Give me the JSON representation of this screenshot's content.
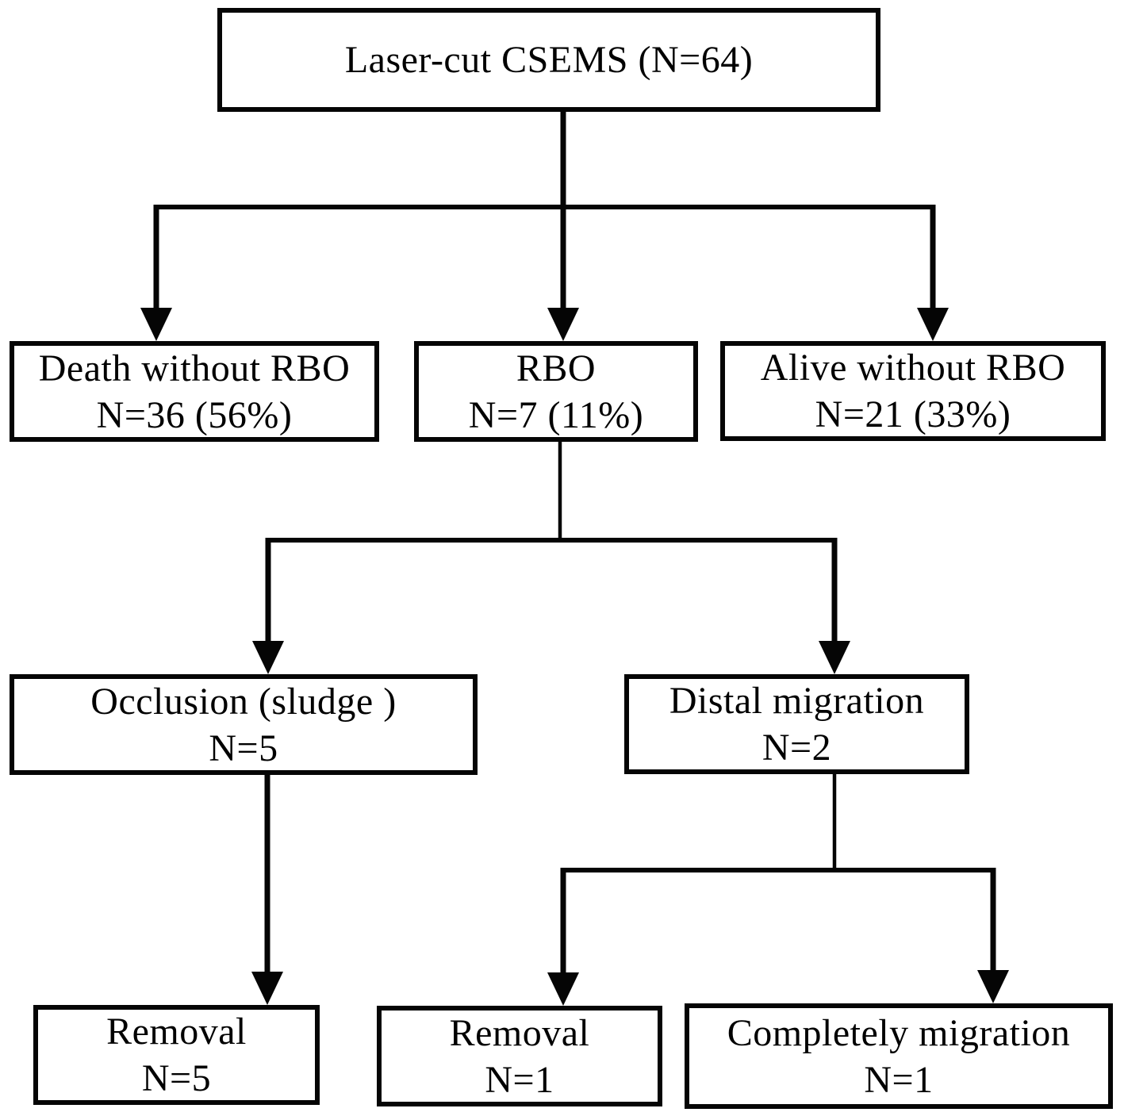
{
  "diagram": {
    "title": "Laser-cut CSEMS outcome flowchart",
    "ink_color": "#050505",
    "background_color": "#ffffff",
    "nodes": {
      "root": {
        "line1": "Laser-cut CSEMS (N=64)"
      },
      "death": {
        "line1": "Death without RBO",
        "line2": "N=36 (56%)"
      },
      "rbo": {
        "line1": "RBO",
        "line2": "N=7 (11%)"
      },
      "alive": {
        "line1": "Alive without RBO",
        "line2": "N=21 (33%)"
      },
      "occlusion": {
        "line1": "Occlusion (sludge )",
        "line2": "N=5"
      },
      "distal": {
        "line1": "Distal migration",
        "line2": "N=2"
      },
      "removal5": {
        "line1": "Removal",
        "line2": "N=5"
      },
      "removal1": {
        "line1": "Removal",
        "line2": "N=1"
      },
      "complete": {
        "line1": "Completely migration",
        "line2": "N=1"
      }
    },
    "edges": [
      {
        "from": "root",
        "to": "death"
      },
      {
        "from": "root",
        "to": "rbo"
      },
      {
        "from": "root",
        "to": "alive"
      },
      {
        "from": "rbo",
        "to": "occlusion"
      },
      {
        "from": "rbo",
        "to": "distal"
      },
      {
        "from": "occlusion",
        "to": "removal5"
      },
      {
        "from": "distal",
        "to": "removal1"
      },
      {
        "from": "distal",
        "to": "complete"
      }
    ]
  }
}
